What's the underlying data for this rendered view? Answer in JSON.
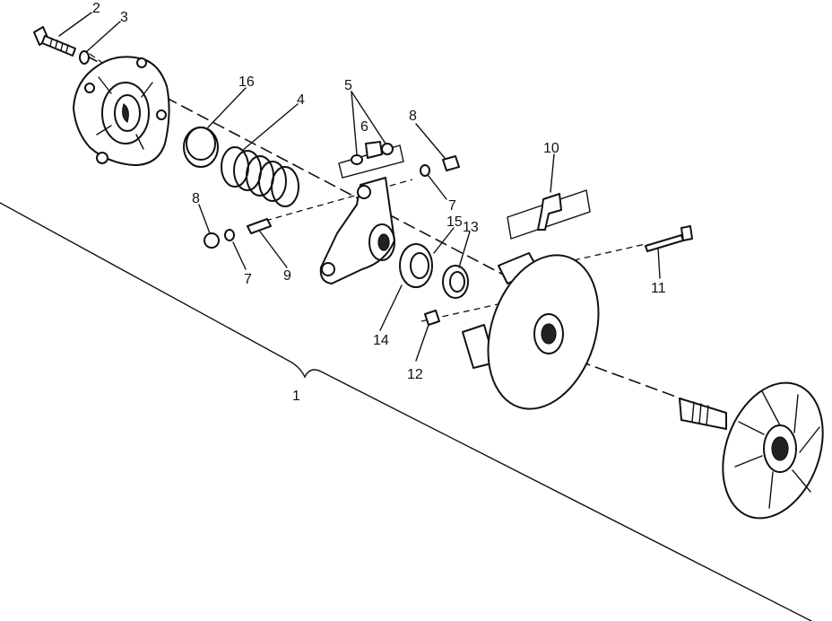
{
  "callouts": [
    {
      "id": "c2",
      "text": "2"
    },
    {
      "id": "c3",
      "text": "3"
    },
    {
      "id": "c16",
      "text": "16"
    },
    {
      "id": "c4",
      "text": "4"
    },
    {
      "id": "c5",
      "text": "5"
    },
    {
      "id": "c6",
      "text": "6"
    },
    {
      "id": "c8a",
      "text": "8"
    },
    {
      "id": "c7a",
      "text": "7"
    },
    {
      "id": "c15",
      "text": "15"
    },
    {
      "id": "c13",
      "text": "13"
    },
    {
      "id": "c10",
      "text": "10"
    },
    {
      "id": "c8b",
      "text": "8"
    },
    {
      "id": "c7b",
      "text": "7"
    },
    {
      "id": "c9",
      "text": "9"
    },
    {
      "id": "c11",
      "text": "11"
    },
    {
      "id": "c14",
      "text": "14"
    },
    {
      "id": "c12",
      "text": "12"
    },
    {
      "id": "c1",
      "text": "1"
    }
  ]
}
